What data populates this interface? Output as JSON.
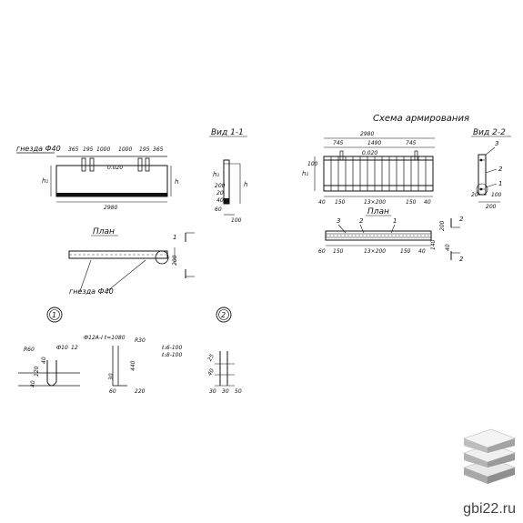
{
  "front": {
    "note": "гнезда Ф40",
    "dims_top": [
      "365",
      "195",
      "1000",
      "1000",
      "195",
      "365"
    ],
    "level": "0.020",
    "h1": "h₁",
    "h": "h",
    "length": "2980"
  },
  "plan": {
    "title": "План",
    "width": "200",
    "note": "гнезда Ф40",
    "section_mark": "1"
  },
  "view11": {
    "title": "Вид 1-1",
    "dims": [
      "200",
      "20",
      "40",
      "60",
      "100"
    ],
    "h1": "h₁",
    "h": "h"
  },
  "reinf": {
    "title": "Схема армирования",
    "length": "2980",
    "dims_top": [
      "745",
      "1490",
      "745"
    ],
    "level": "0.020",
    "h1": "h₁",
    "h100": "100",
    "dims_bottom": [
      "40",
      "150",
      "13×200",
      "150",
      "40"
    ]
  },
  "view22": {
    "title": "Вид 2-2",
    "marks": [
      "3",
      "2",
      "1"
    ],
    "dims": [
      "20",
      "100",
      "200"
    ]
  },
  "plan2": {
    "title": "План",
    "marks": [
      "3",
      "2",
      "1"
    ],
    "dims_bottom": [
      "60",
      "150",
      "13×200",
      "150",
      "40"
    ],
    "dims_side": [
      "200",
      "140",
      "40"
    ],
    "section_mark": "2"
  },
  "node1": {
    "number": "1",
    "labels": [
      "R60",
      "Ф10",
      "12",
      "R30",
      "Ф12А-I ℓ=1080",
      "40",
      "120",
      "40",
      "30",
      "60",
      "220",
      "440"
    ]
  },
  "node2": {
    "number": "2",
    "labels": [
      "ℓ₁6-100",
      "ℓ₁8-100",
      "25",
      "40",
      "30",
      "30",
      "50"
    ]
  },
  "site": "gbi22.ru",
  "colors": {
    "line": "#111111",
    "logo_top": "#e6e6e6",
    "logo_side": "#9a9a9a"
  }
}
